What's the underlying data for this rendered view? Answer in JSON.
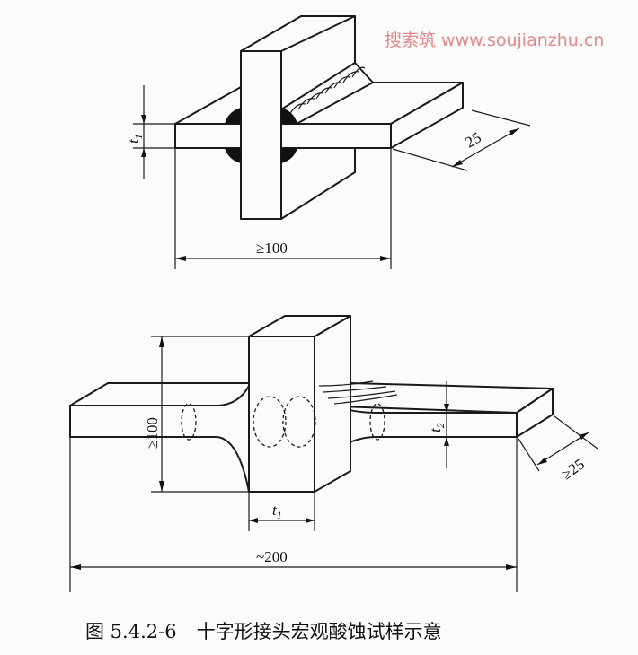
{
  "figure": {
    "top_labels": {
      "t1": "t",
      "t1_sub": "1",
      "width": "≥100",
      "depth": "25"
    },
    "bottom_labels": {
      "height": "≥100",
      "t2": "t",
      "t2_sub": "2",
      "t1": "t",
      "t1_sub": "1",
      "length": "~200",
      "depth": "≥25"
    }
  },
  "caption": {
    "number": "图 5.4.2-6",
    "title": "十字形接头宏观酸蚀试样示意"
  },
  "watermark": "搜索筑 www.soujianzhu.cn",
  "colors": {
    "line": "#1a1a1a",
    "background": "#fbfbfb",
    "watermark": "#dc5a5a"
  }
}
